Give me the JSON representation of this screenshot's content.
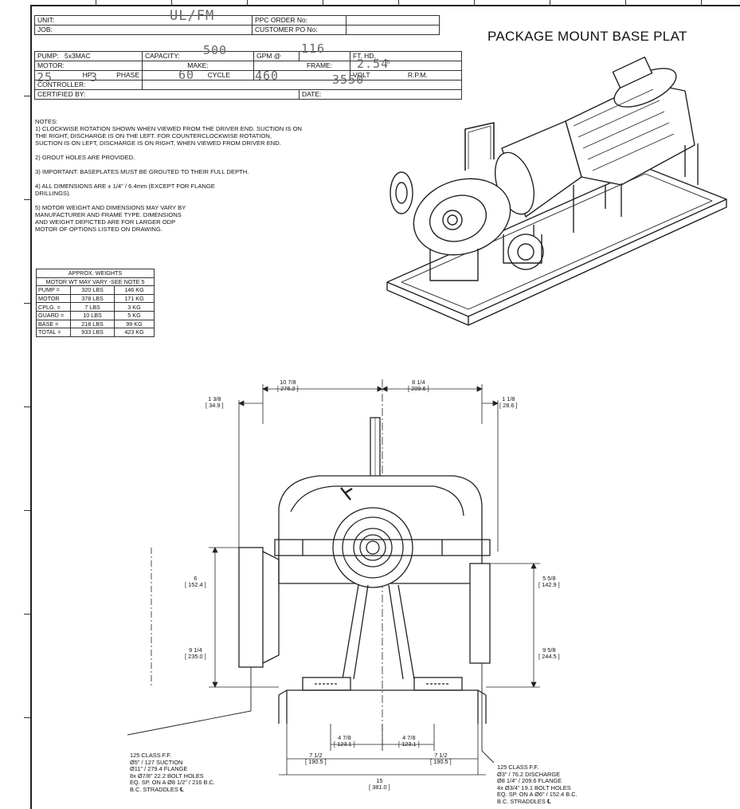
{
  "title_block": {
    "unit_label": "UNIT:",
    "unit_value": "UL/FM",
    "ppc_order_label": "PPC ORDER No:",
    "job_label": "JOB:",
    "customer_po_label": "CUSTOMER PO No:",
    "pump_label": "PUMP:",
    "pump_value": "5x3MAC",
    "capacity_label": "CAPACITY:",
    "capacity_value": "500",
    "gpm_label": "GPM @",
    "gpm_value": "116",
    "ft_hd_label": "FT. HD.",
    "ft_hd_value": "2.54",
    "ft_hd_unit": "m",
    "motor_label": "MOTOR:",
    "motor_hp_value": "25",
    "hp_label": "HP",
    "phase_value": "3",
    "phase_label": "PHASE",
    "make_label": "MAKE:",
    "cycle_value": "60",
    "cycle_label": "CYCLE",
    "frame_label": "FRAME:",
    "volt_value": "460",
    "volt_label": "VOLT",
    "rpm_value": "3550",
    "rpm_label": "R.P.M.",
    "controller_label": "CONTROLLER:",
    "certified_label": "CERTIFIED BY:",
    "date_label": "DATE:"
  },
  "drawing_title": "PACKAGE MOUNT BASE PLAT",
  "notes": {
    "heading": "NOTES:",
    "lines": [
      "1) CLOCKWISE ROTATION SHOWN WHEN VIEWED FROM THE DRIVER END. SUCTION IS ON",
      "    THE RIGHT, DISCHARGE IS ON THE LEFT.  FOR COUNTERCLOCKWISE ROTATION,",
      "    SUCTION IS ON LEFT, DISCHARGE IS ON RIGHT, WHEN VIEWED FROM DRIVER END.",
      "",
      "2) GROUT HOLES ARE PROVIDED.",
      "",
      "3) IMPORTANT: BASEPLATES MUST BE GROUTED TO THEIR FULL DEPTH.",
      "",
      "4)  ALL DIMENSIONS ARE ± 1/4\" / 6.4mm (EXCEPT FOR FLANGE",
      "     DRILLINGS).",
      "",
      "5) MOTOR WEIGHT AND DIMENSIONS MAY VARY BY",
      "    MANUFACTURER AND FRAME TYPE.  DIMENSIONS",
      "    AND WEIGHT DEPICTED ARE FOR LARGER ODP",
      "    MOTOR OF OPTIONS LISTED ON DRAWING."
    ]
  },
  "weights_table": {
    "title": "APPROX. WEIGHTS",
    "subtitle": "MOTOR WT MAY VARY -SEE NOTE 5",
    "rows": [
      {
        "item": "PUMP =",
        "lbs": "320 LBS",
        "kg": "146 KG"
      },
      {
        "item": "MOTOR",
        "lbs": "378 LBS",
        "kg": "171 KG"
      },
      {
        "item": "CPLG. =",
        "lbs": "7 LBS",
        "kg": "3 KG"
      },
      {
        "item": "GUARD =",
        "lbs": "10 LBS",
        "kg": "5 KG"
      },
      {
        "item": "BASE =",
        "lbs": "218 LBS",
        "kg": "99 KG"
      },
      {
        "item": "TOTAL =",
        "lbs": "933 LBS",
        "kg": "423 KG"
      }
    ]
  },
  "dimensions": {
    "top_left": {
      "in": "10 7/8",
      "mm": "[ 276.2 ]"
    },
    "top_right": {
      "in": "8 1/4",
      "mm": "[ 209.6 ]"
    },
    "left_offset": {
      "in": "1 3/8",
      "mm": "[ 34.9 ]"
    },
    "right_offset": {
      "in": "1 1/8",
      "mm": "[ 28.6 ]"
    },
    "left_height": {
      "in": "6",
      "mm": "[ 152.4 ]"
    },
    "right_height": {
      "in": "5 5/8",
      "mm": "[ 142.9 ]"
    },
    "left_base": {
      "in": "9 1/4",
      "mm": "[ 235.0 ]"
    },
    "right_base": {
      "in": "9 5/8",
      "mm": "[ 244.5 ]"
    },
    "inner_left": {
      "in": "4 7/8",
      "mm": "[ 123.1 ]"
    },
    "inner_right": {
      "in": "4 7/8",
      "mm": "[ 123.1 ]"
    },
    "outer_left": {
      "in": "7 1/2",
      "mm": "[ 190.5 ]"
    },
    "outer_right": {
      "in": "7 1/2",
      "mm": "[ 190.5 ]"
    },
    "overall": {
      "in": "15",
      "mm": "[ 381.0 ]"
    }
  },
  "suction_callout": [
    "125 CLASS F.F.",
    "Ø5\" / 127 SUCTION",
    "Ø11\" / 279.4 FLANGE",
    "8x Ø7/8\" 22.2 BOLT HOLES",
    "EQ. SP. ON A Ø8 1/2\" / 216 B.C.",
    "B.C. STRADDLES ℄"
  ],
  "discharge_callout": [
    "125 CLASS F.F.",
    "Ø3\" / 76.2 DISCHARGE",
    "Ø8 1/4\" / 209.6 FLANGE",
    "4x Ø3/4\" 19.1 BOLT HOLES",
    "EQ. SP. ON A Ø6\" / 152.4 B.C.",
    "B.C. STRADDLES ℄"
  ]
}
